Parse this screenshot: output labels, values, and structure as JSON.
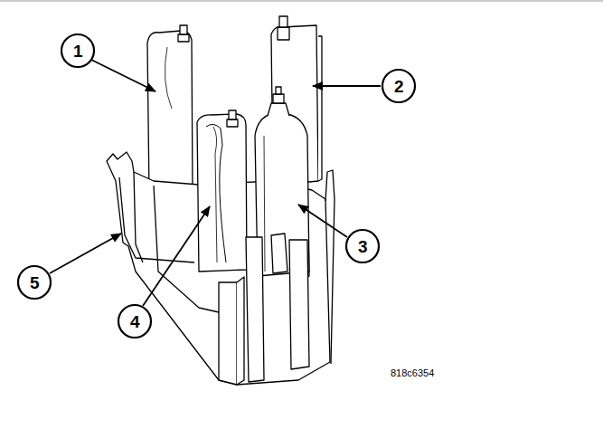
{
  "diagram": {
    "labels": [
      "1",
      "2",
      "3",
      "4",
      "5",
      "818c6354"
    ]
  }
}
